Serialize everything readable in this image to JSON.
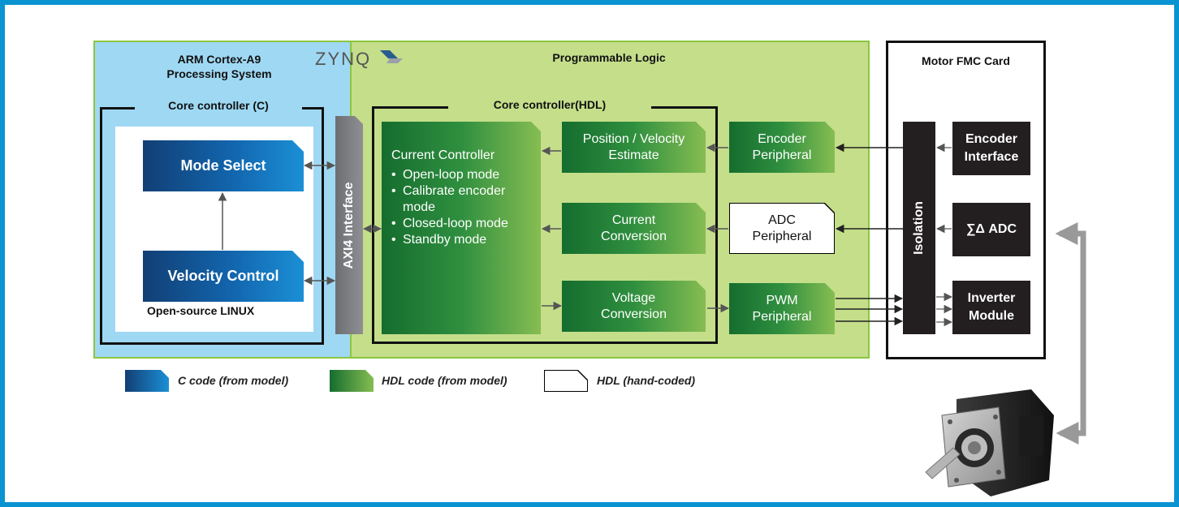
{
  "ps": {
    "title_line1": "ARM Cortex-A9",
    "title_line2": "Processing System",
    "logo": "ZYNQ",
    "core_title": "Core controller (C)",
    "mode_select": "Mode Select",
    "velocity_control": "Velocity Control",
    "os_label": "Open-source LINUX"
  },
  "axi": {
    "label": "AXI4 Interface"
  },
  "pl": {
    "title": "Programmable Logic",
    "core_title": "Core controller(HDL)",
    "current_controller": {
      "title": "Current Controller",
      "modes": [
        "Open-loop mode",
        "Calibrate encoder mode",
        "Closed-loop mode",
        "Standby mode"
      ]
    },
    "pos_vel_line1": "Position / Velocity",
    "pos_vel_line2": "Estimate",
    "current_conv_line1": "Current",
    "current_conv_line2": "Conversion",
    "voltage_conv_line1": "Voltage",
    "voltage_conv_line2": "Conversion",
    "encoder_periph_line1": "Encoder",
    "encoder_periph_line2": "Peripheral",
    "adc_periph_line1": "ADC",
    "adc_periph_line2": "Peripheral",
    "pwm_periph_line1": "PWM",
    "pwm_periph_line2": "Peripheral"
  },
  "fmc": {
    "title": "Motor FMC Card",
    "isolation": "Isolation",
    "encoder_if_line1": "Encoder",
    "encoder_if_line2": "Interface",
    "sd_adc": "∑Δ ADC",
    "inverter_line1": "Inverter",
    "inverter_line2": "Module"
  },
  "legend": {
    "c_code": "C code (from model)",
    "hdl_model": "HDL code (from model)",
    "hdl_hand": "HDL (hand-coded)"
  },
  "colors": {
    "frame": "#0a93d1",
    "ps_background": "#9fd8f3",
    "pl_background": "#c4de8a",
    "c_code_blue": "#1265ad",
    "hdl_green": "#2f8f3f",
    "dark_block": "#231f20",
    "axi_gray": "#7d7e82"
  },
  "icons": {
    "motor": "stepper-motor-icon",
    "zynq_logo": "zynq-logo-icon"
  }
}
